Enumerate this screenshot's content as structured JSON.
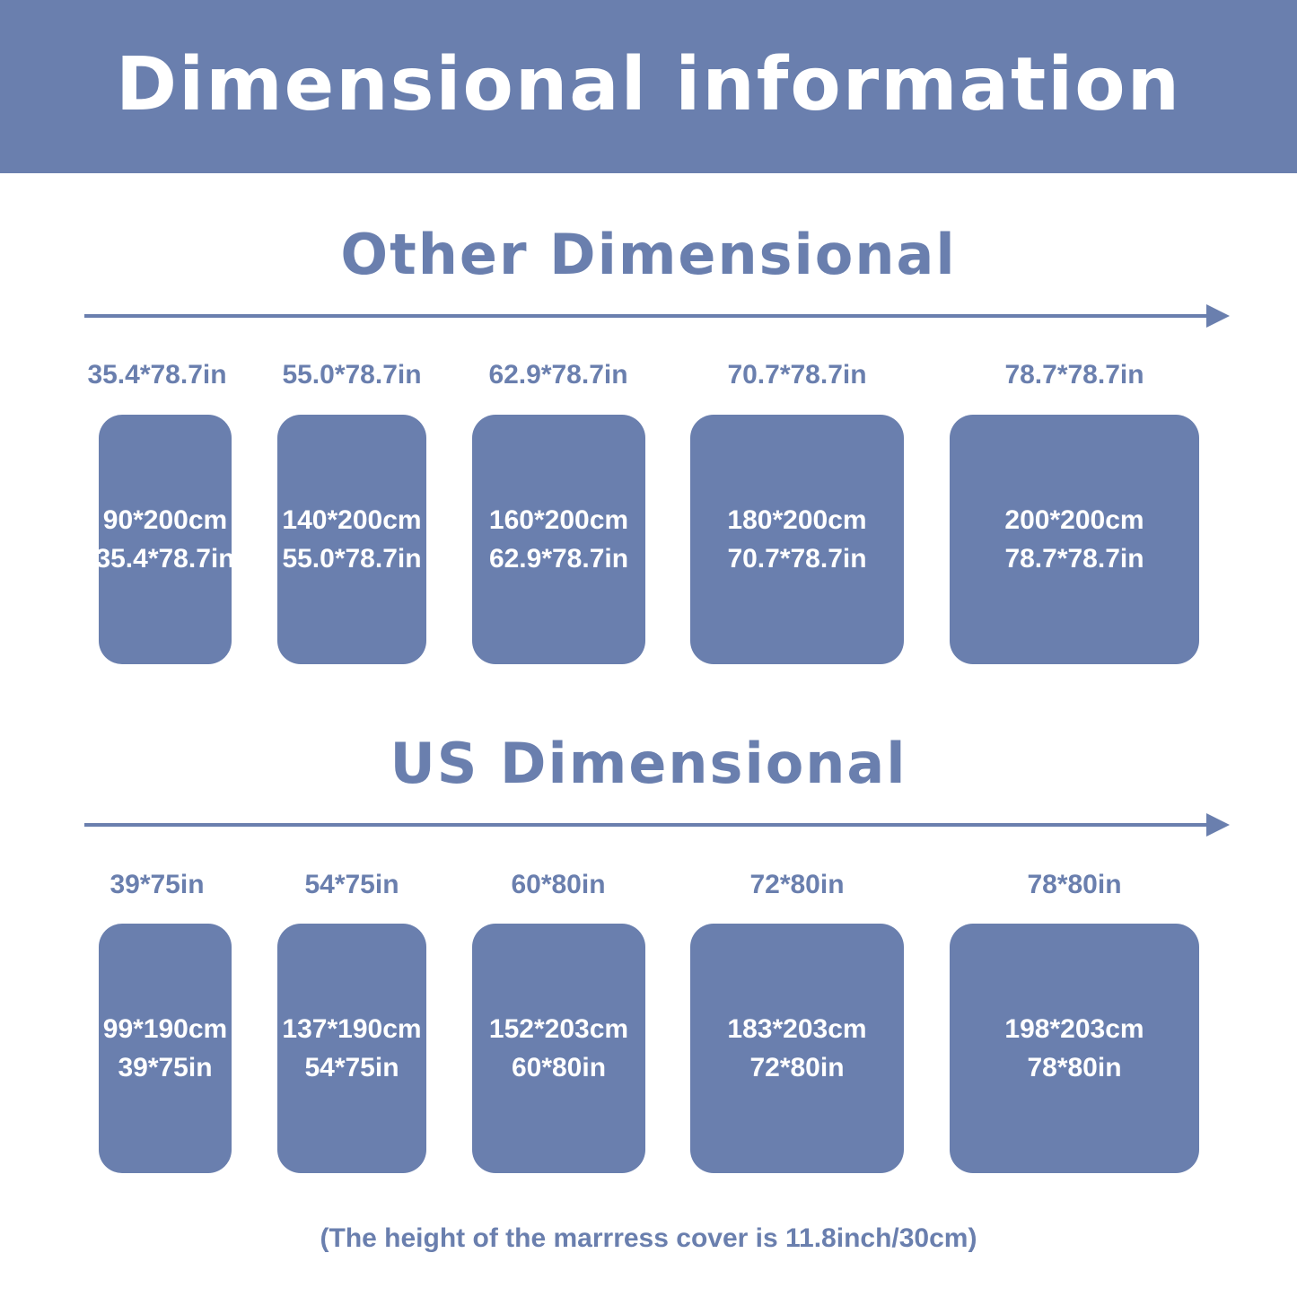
{
  "header": {
    "title": "Dimensional information"
  },
  "colors": {
    "brand": "#6a7fae",
    "background": "#ffffff",
    "text_on_brand": "#ffffff"
  },
  "other": {
    "title": "Other Dimensional",
    "items": [
      {
        "label": "35.4*78.7in",
        "cm": "90*200cm",
        "in": "35.4*78.7in"
      },
      {
        "label": "55.0*78.7in",
        "cm": "140*200cm",
        "in": "55.0*78.7in"
      },
      {
        "label": "62.9*78.7in",
        "cm": "160*200cm",
        "in": "62.9*78.7in"
      },
      {
        "label": "70.7*78.7in",
        "cm": "180*200cm",
        "in": "70.7*78.7in"
      },
      {
        "label": "78.7*78.7in",
        "cm": "200*200cm",
        "in": "78.7*78.7in"
      }
    ]
  },
  "us": {
    "title": "US Dimensional",
    "items": [
      {
        "label": "39*75in",
        "cm": "99*190cm",
        "in": "39*75in"
      },
      {
        "label": "54*75in",
        "cm": "137*190cm",
        "in": "54*75in"
      },
      {
        "label": "60*80in",
        "cm": "152*203cm",
        "in": "60*80in"
      },
      {
        "label": "72*80in",
        "cm": "183*203cm",
        "in": "72*80in"
      },
      {
        "label": "78*80in",
        "cm": "198*203cm",
        "in": "78*80in"
      }
    ]
  },
  "footnote": "(The height of the marrress cover is 11.8inch/30cm)"
}
